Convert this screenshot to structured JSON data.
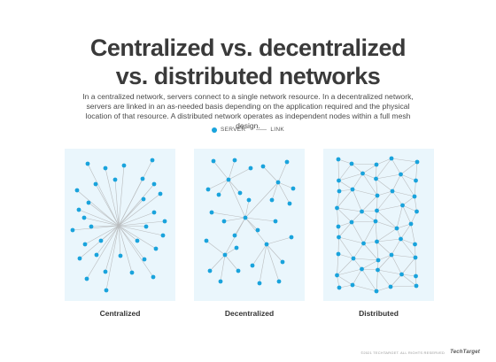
{
  "title": {
    "line1": "Centralized vs. decentralized",
    "line2": "vs. distributed networks"
  },
  "description": "In a centralized network, servers connect to a single network resource. In a decentralized network, servers are linked in an as-needed basis depending on the application required and the physical location of that resource. A distributed network operates as independent nodes within a full mesh design.",
  "legend": {
    "server_label": "SERVER",
    "link_label": "LINK"
  },
  "colors": {
    "node": "#19a3dc",
    "link": "#b9bcbe",
    "panel_bg": "#eaf6fc",
    "title": "#3a3a3a"
  },
  "diagrams": [
    {
      "id": "centralized",
      "caption": "Centralized"
    },
    {
      "id": "decentralized",
      "caption": "Decentralized"
    },
    {
      "id": "distributed",
      "caption": "Distributed"
    }
  ],
  "footer": {
    "copyright": "©2021 TECHTARGET. ALL RIGHTS RESERVED",
    "logo": "TechTarget"
  }
}
